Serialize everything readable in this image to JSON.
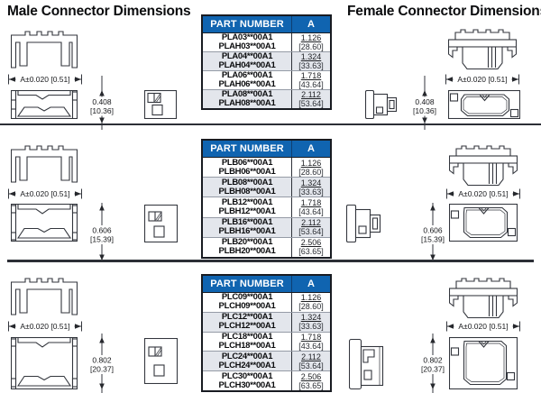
{
  "headings": {
    "male": "Male Connector Dimensions",
    "female": "Female Connector Dimensions"
  },
  "dims": {
    "width_label": "A±0.020 [0.51]",
    "heights": [
      {
        "inch": "0.408",
        "mm": "[10.36]"
      },
      {
        "inch": "0.606",
        "mm": "[15.39]"
      },
      {
        "inch": "0.802",
        "mm": "[20.37]"
      }
    ]
  },
  "tables": [
    {
      "headers": [
        "PART NUMBER",
        "A"
      ],
      "rows": [
        {
          "pn1": "PLA03**00A1",
          "pn2": "PLAH03**00A1",
          "inch": "1.126",
          "mm": "[28.60]"
        },
        {
          "pn1": "PLA04**00A1",
          "pn2": "PLAH04**00A1",
          "inch": "1.324",
          "mm": "[33.63]"
        },
        {
          "pn1": "PLA06**00A1",
          "pn2": "PLAH06**00A1",
          "inch": "1.718",
          "mm": "[43.64]"
        },
        {
          "pn1": "PLA08**00A1",
          "pn2": "PLAH08**00A1",
          "inch": "2.112",
          "mm": "[53.64]"
        }
      ]
    },
    {
      "headers": [
        "PART NUMBER",
        "A"
      ],
      "rows": [
        {
          "pn1": "PLB06**00A1",
          "pn2": "PLBH06**00A1",
          "inch": "1.126",
          "mm": "[28.60]"
        },
        {
          "pn1": "PLB08**00A1",
          "pn2": "PLBH08**00A1",
          "inch": "1.324",
          "mm": "[33.63]"
        },
        {
          "pn1": "PLB12**00A1",
          "pn2": "PLBH12**00A1",
          "inch": "1.718",
          "mm": "[43.64]"
        },
        {
          "pn1": "PLB16**00A1",
          "pn2": "PLBH16**00A1",
          "inch": "2.112",
          "mm": "[53.64]"
        },
        {
          "pn1": "PLB20**00A1",
          "pn2": "PLBH20**00A1",
          "inch": "2.506",
          "mm": "[63.65]"
        }
      ]
    },
    {
      "headers": [
        "PART NUMBER",
        "A"
      ],
      "rows": [
        {
          "pn1": "PLC09**00A1",
          "pn2": "PLCH09**00A1",
          "inch": "1.126",
          "mm": "[28.60]"
        },
        {
          "pn1": "PLC12**00A1",
          "pn2": "PLCH12**00A1",
          "inch": "1.324",
          "mm": "[33.63]"
        },
        {
          "pn1": "PLC18**00A1",
          "pn2": "PLCH18**00A1",
          "inch": "1.718",
          "mm": "[43.64]"
        },
        {
          "pn1": "PLC24**00A1",
          "pn2": "PLCH24**00A1",
          "inch": "2.112",
          "mm": "[53.64]"
        },
        {
          "pn1": "PLC30**00A1",
          "pn2": "PLCH30**00A1",
          "inch": "2.506",
          "mm": "[63.65]"
        }
      ]
    }
  ],
  "colors": {
    "header_bg": "#1064b0",
    "header_text": "#ffffff",
    "row_alt": "#e3e6ec",
    "line": "#2c2f36"
  }
}
